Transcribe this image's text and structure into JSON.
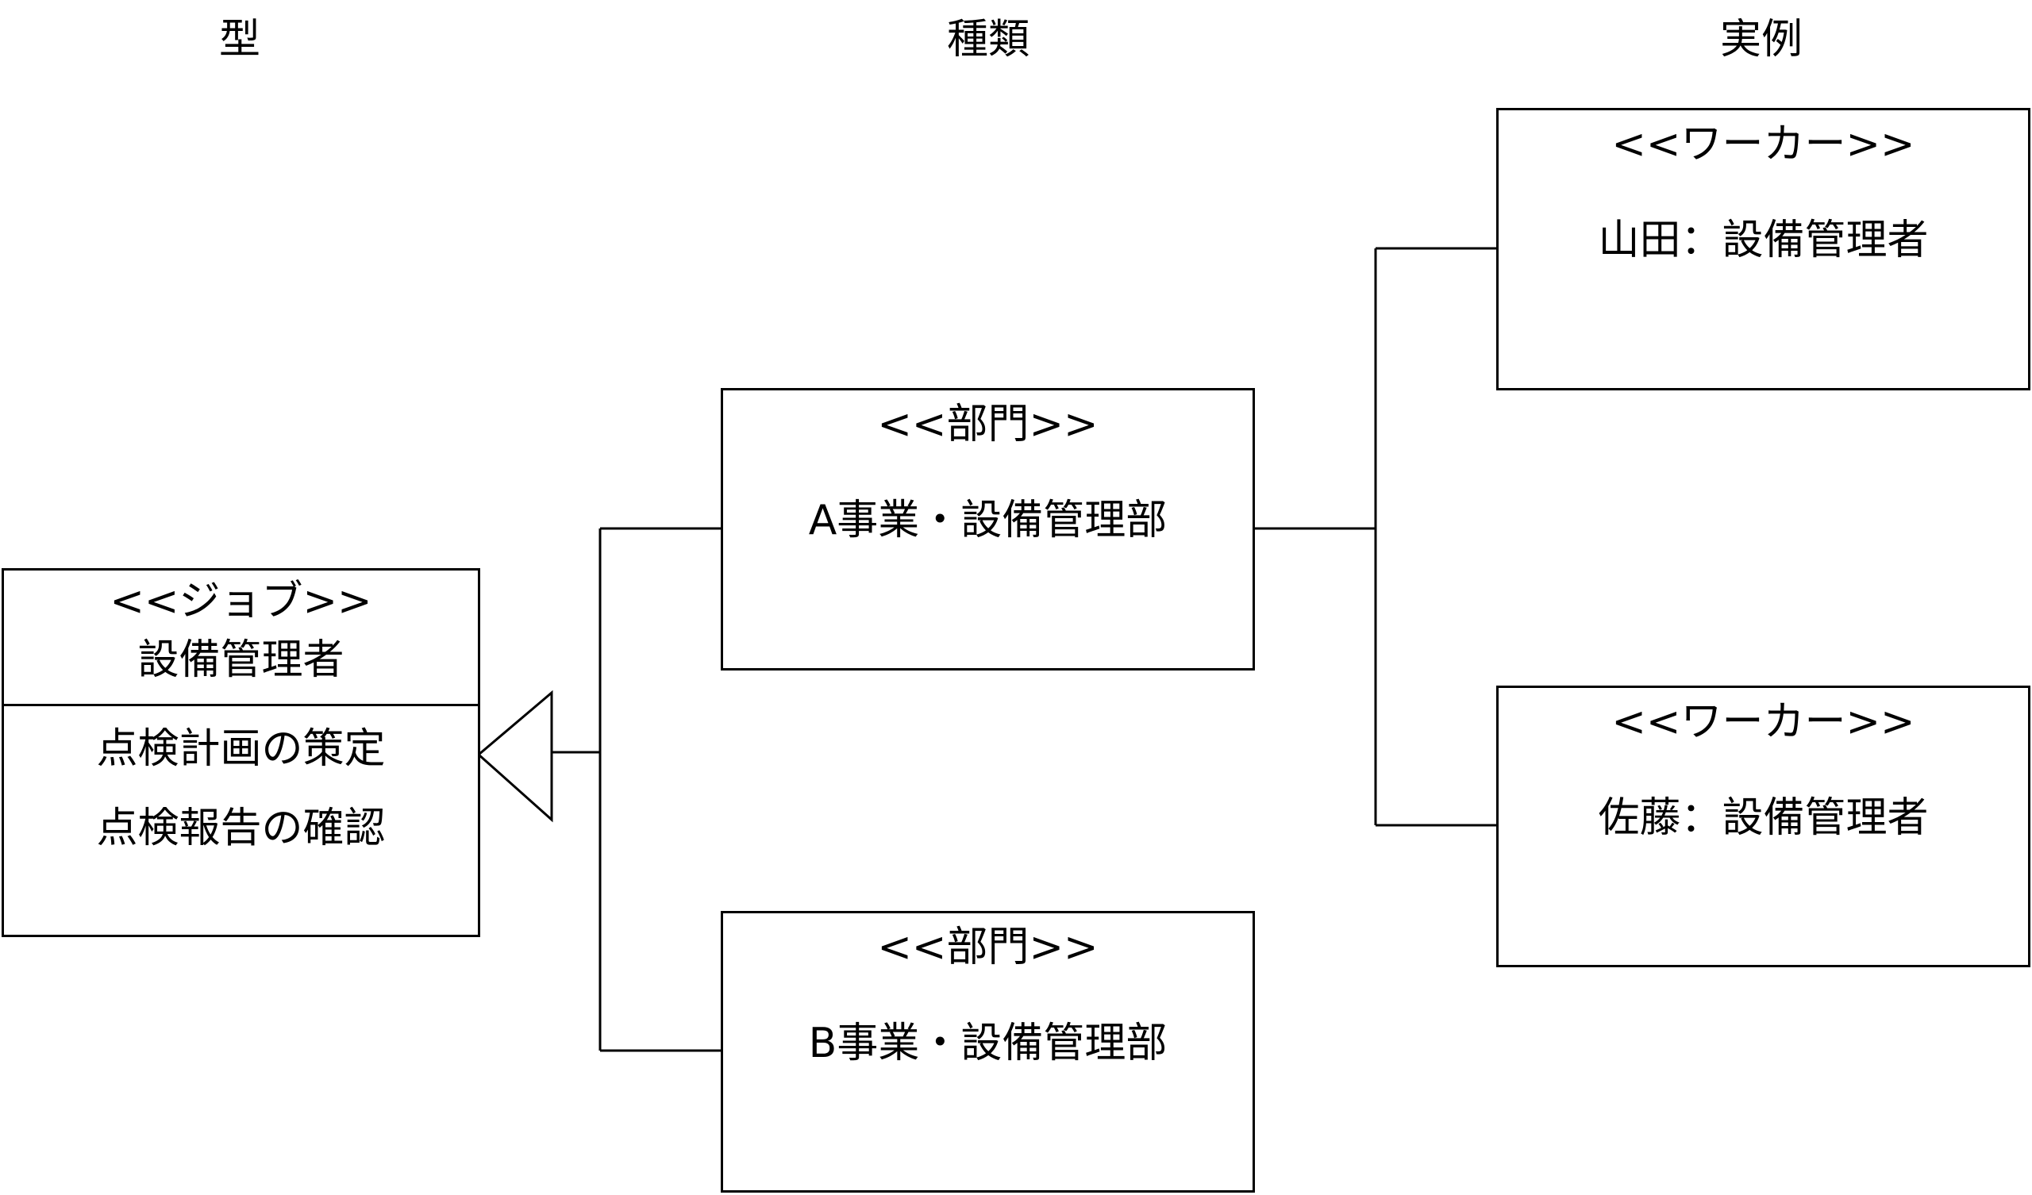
{
  "headers": {
    "type": "型",
    "kind": "種類",
    "instance": "実例"
  },
  "job": {
    "stereotype": "<<ジョブ>>",
    "name": "設備管理者",
    "duties": [
      "点検計画の策定",
      "点検報告の確認"
    ]
  },
  "departments": [
    {
      "stereotype": "<<部門>>",
      "name": "A事業・設備管理部"
    },
    {
      "stereotype": "<<部門>>",
      "name": "B事業・設備管理部"
    }
  ],
  "workers": [
    {
      "stereotype": "<<ワーカー>>",
      "name": "山田：設備管理者"
    },
    {
      "stereotype": "<<ワーカー>>",
      "name": "佐藤：設備管理者"
    }
  ]
}
